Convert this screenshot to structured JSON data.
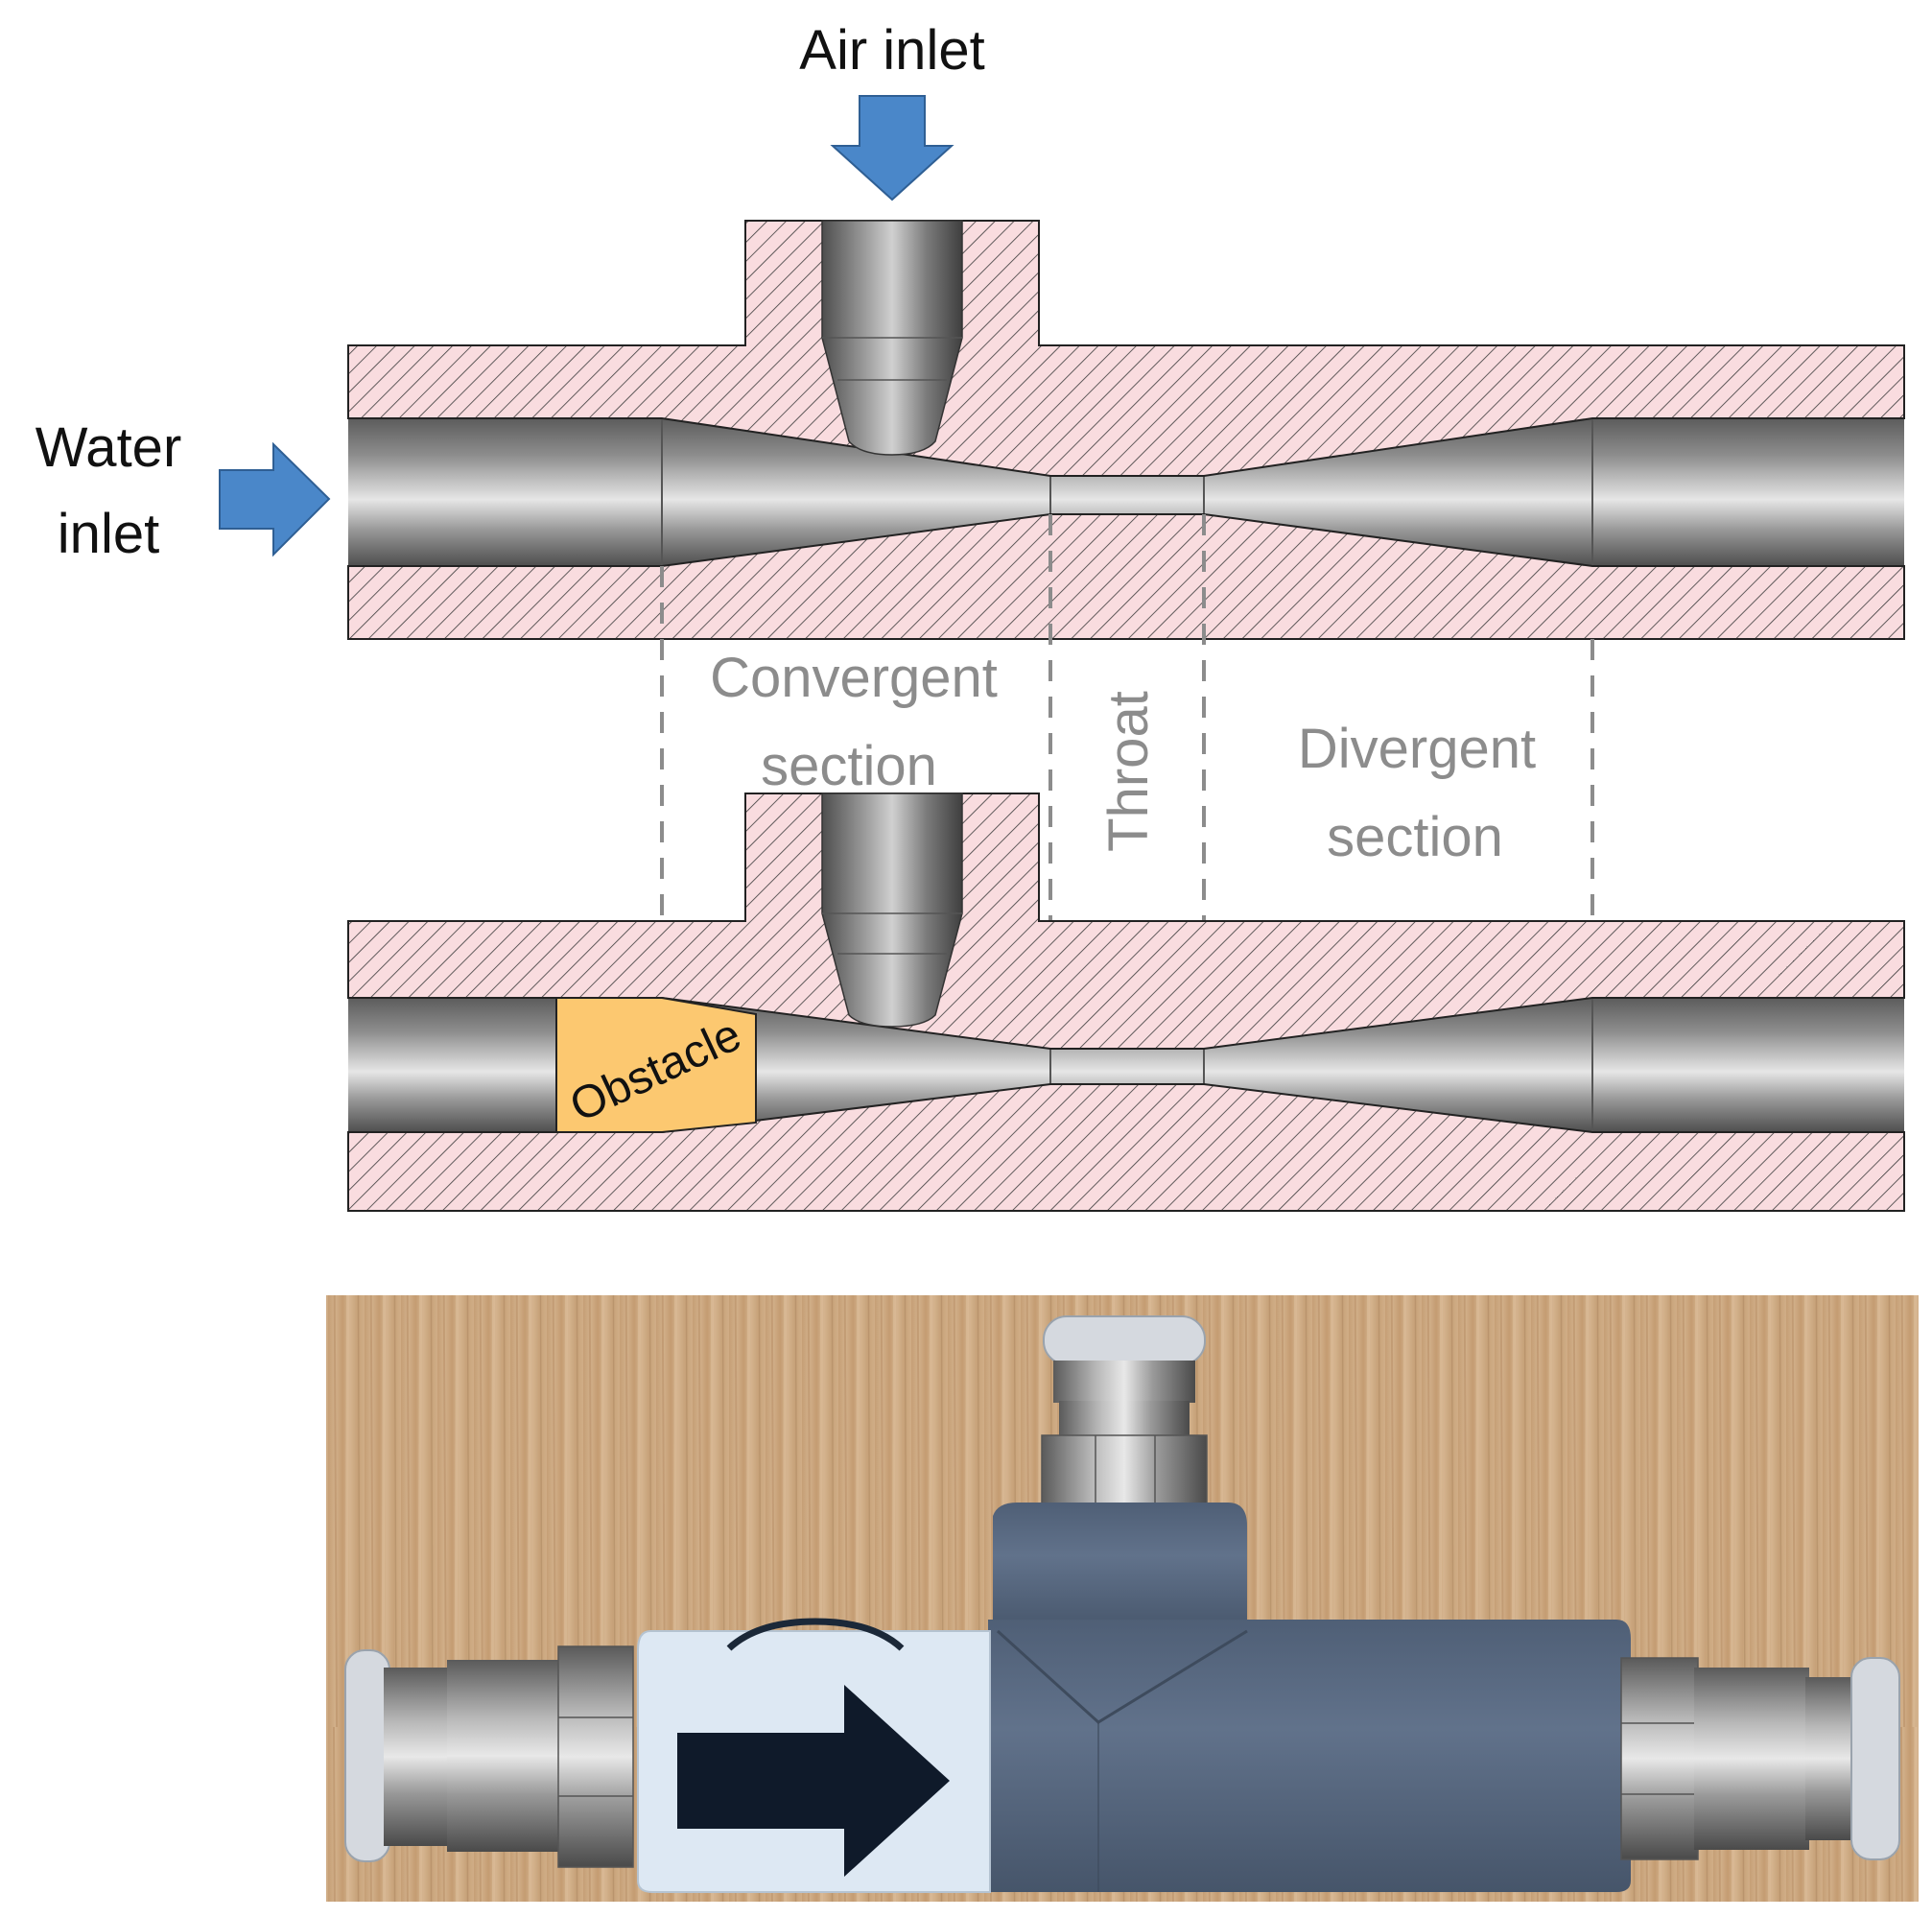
{
  "labels": {
    "air_inlet": "Air inlet",
    "water_inlet_line1": "Water",
    "water_inlet_line2": "inlet",
    "convergent_line1": "Convergent",
    "convergent_line2": "section",
    "throat": "Throat",
    "divergent_line1": "Divergent",
    "divergent_line2": "section",
    "obstacle": "Obstacle"
  },
  "colors": {
    "wall_fill": "#f9dcdf",
    "hatch": "#444444",
    "arrow_blue": "#4a87c9",
    "obstacle": "#fcc870",
    "dashed_line": "#8c8c8c",
    "metal": "#8a8a8a",
    "wood": "#c9a57d",
    "body_blue": "#55657c",
    "label_white": "#dde8f3"
  },
  "icons": {
    "water_arrow": "right-arrow-icon",
    "air_arrow": "down-arrow-icon",
    "photo_flow_arrow": "right-arrow-icon"
  }
}
